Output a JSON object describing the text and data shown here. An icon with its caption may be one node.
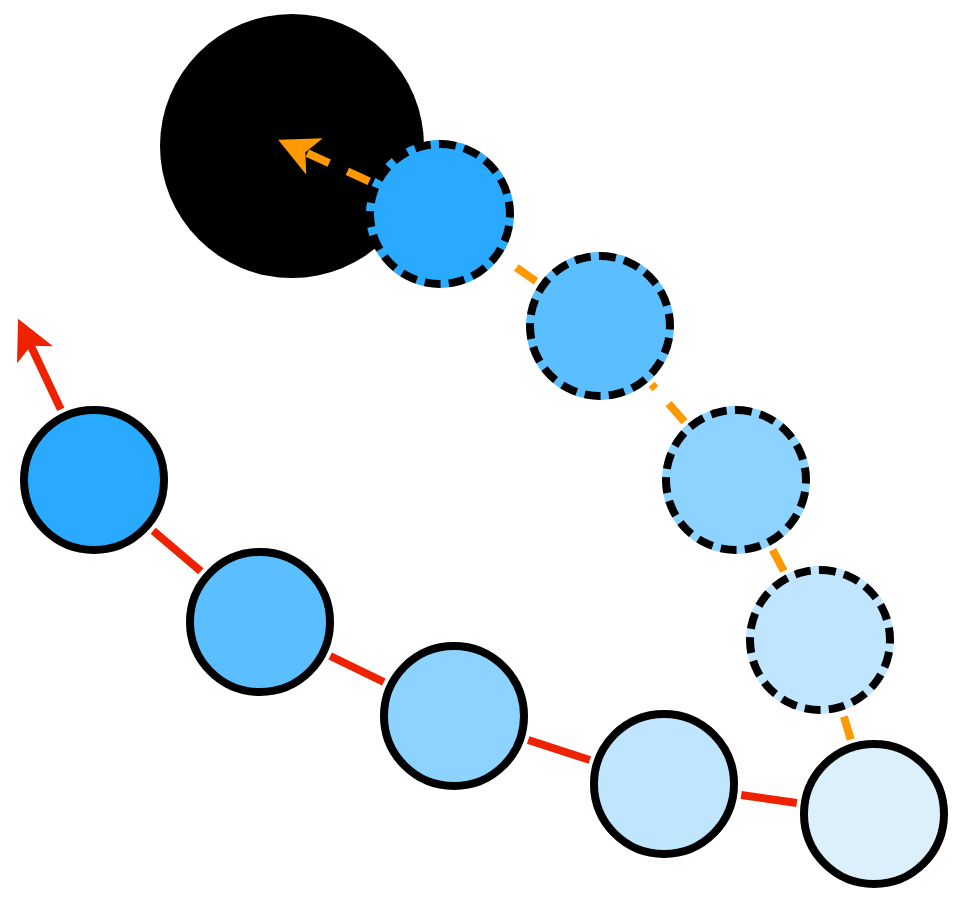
{
  "diagram": {
    "nodes": [
      {
        "text": [],
        "shape": "circle"
      },
      {
        "text": [],
        "shape": "circle"
      },
      {
        "text": [],
        "shape": "circle"
      },
      {
        "text": [],
        "shape": "circle"
      },
      {
        "text": [],
        "shape": "circle"
      },
      {
        "text": [],
        "shape": "circle"
      },
      {
        "text": [],
        "shape": "circle"
      },
      {
        "text": [],
        "shape": "circle"
      },
      {
        "text": [],
        "shape": "circle"
      },
      {
        "text": [],
        "shape": "circle"
      }
    ],
    "edges": [
      {
        "from": 9,
        "to": 8,
        "arrow": "none",
        "color": "#ee2200"
      },
      {
        "from": 8,
        "to": 7,
        "arrow": "none",
        "color": "#ee2200"
      },
      {
        "from": 7,
        "to": 6,
        "arrow": "none",
        "color": "#ee2200"
      },
      {
        "from": 6,
        "to": 5,
        "arrow": "none",
        "color": "#ee2200"
      },
      {
        "from": 5,
        "to": null,
        "arrow": "to",
        "color": "#ee2200"
      },
      {
        "from": 9,
        "to": 4,
        "arrow": "none",
        "style": "dashed",
        "color": "#ff9900"
      },
      {
        "from": 4,
        "to": 3,
        "arrow": "none",
        "style": "dashed",
        "color": "#ff9900"
      },
      {
        "from": 3,
        "to": 2,
        "arrow": "none",
        "style": "dashed",
        "color": "#ff9900"
      },
      {
        "from": 2,
        "to": 1,
        "arrow": "none",
        "style": "dashed",
        "color": "#ff9900"
      },
      {
        "from": 1,
        "to": 0,
        "arrow": "to",
        "style": "dashed",
        "color": "#ff9900"
      }
    ]
  }
}
